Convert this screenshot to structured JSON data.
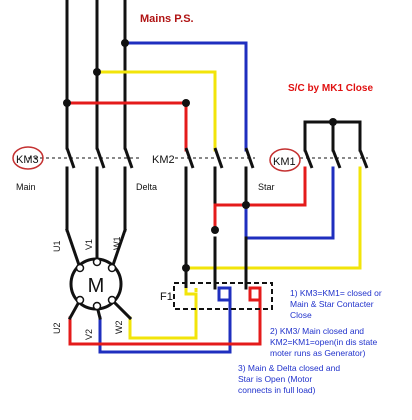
{
  "title": "Mains P.S.",
  "short_circuit_label": "S/C by MK1 Close",
  "contactors": {
    "km3": "KM3",
    "km2": "KM2",
    "km1": "KM1"
  },
  "contactor_captions": {
    "main": "Main",
    "delta": "Delta",
    "star": "Star"
  },
  "motor": {
    "label": "M",
    "u1": "U1",
    "v1": "V1",
    "w1": "W1",
    "u2": "U2",
    "v2": "V2",
    "w2": "W2"
  },
  "overload": "F1",
  "notes": {
    "n1": [
      "1) KM3=KM1= closed or",
      "Main & Star Contacter",
      "Close"
    ],
    "n2": [
      "2) KM3/ Main closed and",
      "KM2=KM1=open(in dis state",
      "moter runs as Generator)"
    ],
    "n3": [
      "3) Main & Delta closed and",
      "Star is Open (Motor",
      "connects in full load)"
    ]
  },
  "colors": {
    "red": "#e41b1b",
    "blue": "#1f2fbf",
    "yellow": "#f2e40a",
    "black": "#111111",
    "note_blue": "#2233cc",
    "title_red": "#b01414",
    "accent_red": "#e01010"
  }
}
